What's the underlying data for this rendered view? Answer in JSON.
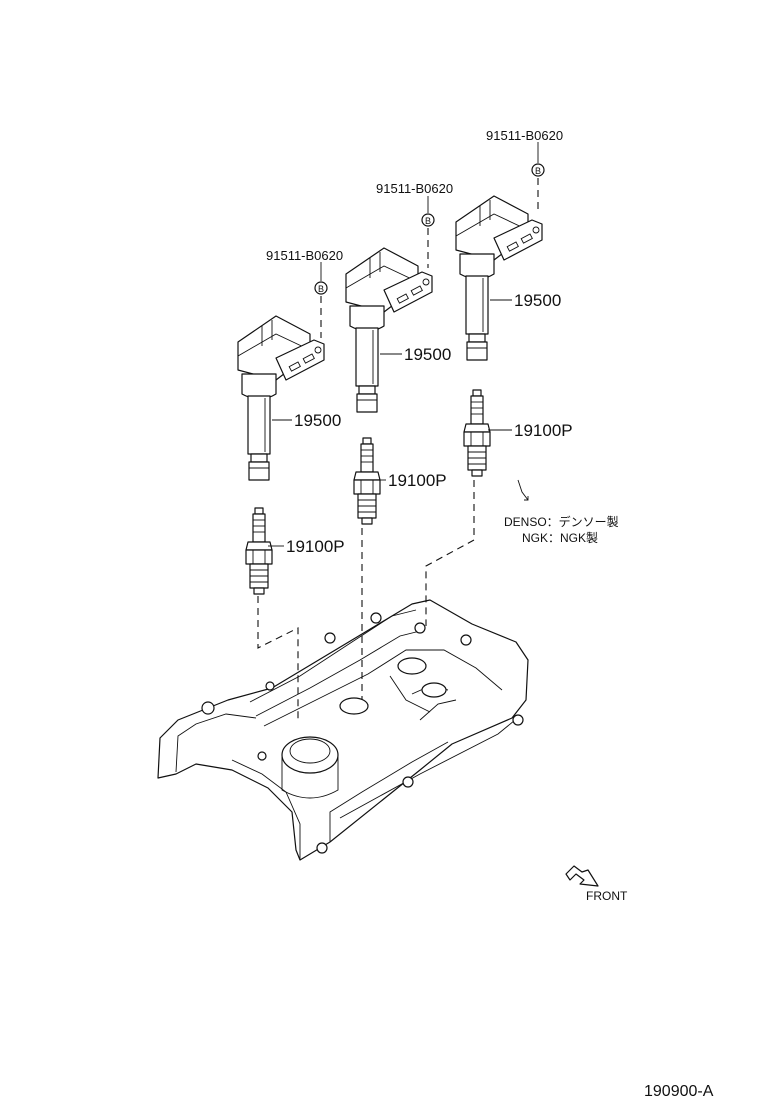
{
  "labels": {
    "bolt_part_number": "91511-B0620",
    "bolt_marker": "B",
    "coil_part_number": "19500",
    "plug_part_number": "19100P",
    "note_denso": "DENSO：デンソー製",
    "note_ngk": "NGK：NGK製",
    "front_label": "FRONT",
    "diagram_id": "190900-A"
  }
}
